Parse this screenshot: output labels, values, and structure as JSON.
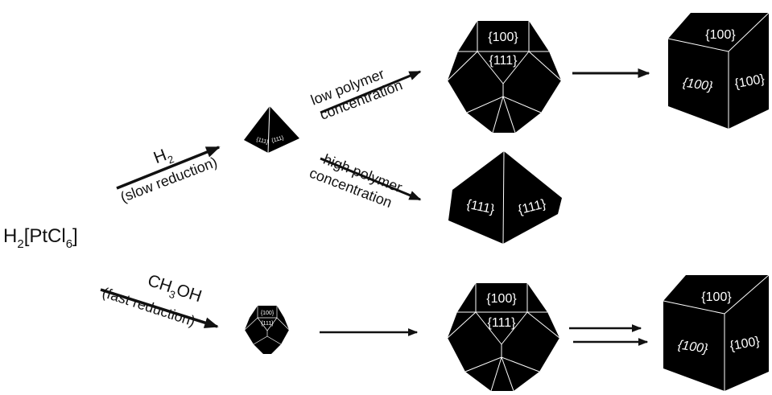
{
  "precursor": {
    "main": "H",
    "sub1": "2",
    "mid": "[PtCl",
    "sub2": "6",
    "end": "]"
  },
  "upper_route": {
    "reagent": {
      "main": "H",
      "sub": "2"
    },
    "condition": "(slow reduction)"
  },
  "lower_route": {
    "reagent": {
      "pre": "CH",
      "sub": "3",
      "post": "OH"
    },
    "condition": "(fast reduction)"
  },
  "branch_low": {
    "line1": "low polymer",
    "line2": "concentration"
  },
  "branch_high": {
    "line1": "high polymer",
    "line2": "concentration"
  },
  "facets": {
    "f100": "{100}",
    "f111": "{111}"
  }
}
